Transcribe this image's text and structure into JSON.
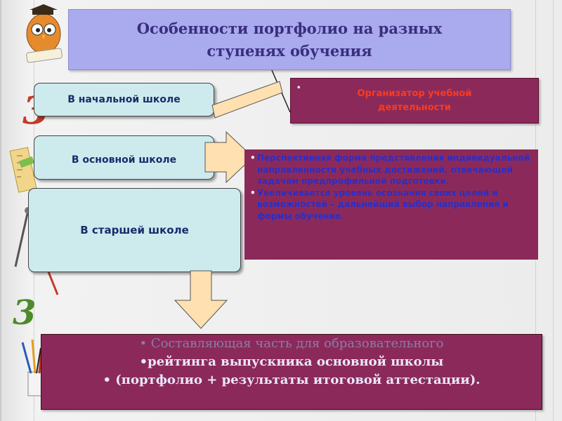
{
  "title": "Особенности портфолио на разных ступенях обучения",
  "levels": {
    "primary": "В начальной школе",
    "basic": "В основной школе",
    "senior": "В старшей школе"
  },
  "organizer": {
    "bullet": "•",
    "text": "Организатор учебной деятельности"
  },
  "details": {
    "items": [
      {
        "bullet": "•",
        "text": "Перспективная форма представления индивидуальной направленности учебных достижений, отвечающей задачам предпрофильной подготовки."
      },
      {
        "bullet": "•",
        "text": "Увеличивается уровень осознания своих целей и возможностей – дальнейший выбор направления и формы обучения."
      }
    ]
  },
  "bottom": {
    "line1": "• Составляющая часть для образовательного",
    "line2": "•рейтинга выпускника основной школы",
    "line3": "• (портфолио + результаты итоговой аттестации)."
  },
  "decor": {
    "digit_top": "3",
    "digit_bottom": "3",
    "icons": [
      "owl-teacher-icon",
      "ruler-icon",
      "compass-icon",
      "pencil-cup-icon"
    ]
  },
  "colors": {
    "title_bg": "#aaaaee",
    "level_bg": "#cdebed",
    "content_bg": "#8b2a5a",
    "arrow_fill": "#ffe0b0",
    "organizer_text": "#ff3a1a",
    "details_text": "#2a2ec8"
  }
}
